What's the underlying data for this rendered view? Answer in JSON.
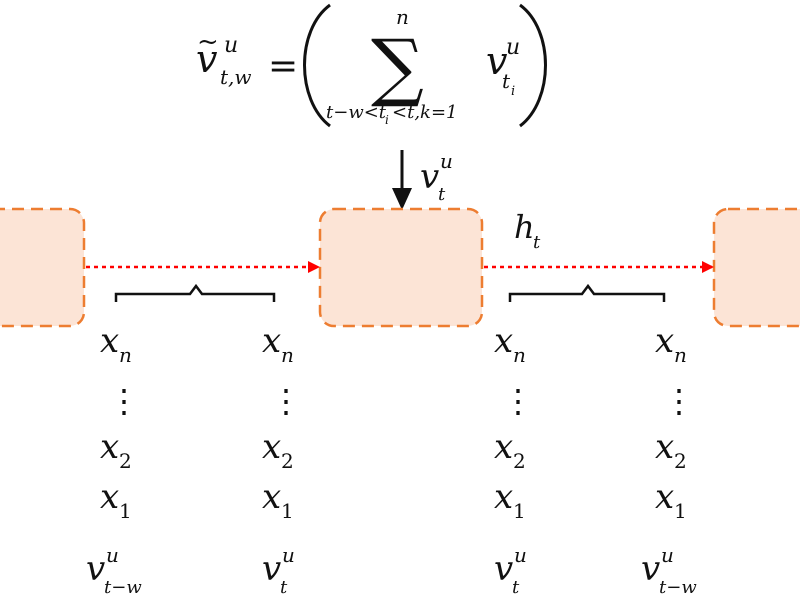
{
  "formula": {
    "lhs_base": "v",
    "lhs_tilde": "~",
    "lhs_sup": "u",
    "lhs_sub": "t,w",
    "equals": "=",
    "sum_upper": "n",
    "sum_lower": "t−w<t",
    "sum_lower_i": "i",
    "sum_lower_rest": "<t,k=1",
    "sum_symbol": "∑",
    "summand_base": "v",
    "summand_sup": "u",
    "summand_sub": "t",
    "summand_sub_i": "i"
  },
  "input": {
    "base": "v",
    "sup": "u",
    "sub": "t"
  },
  "hidden": {
    "base": "h",
    "sub": "t"
  },
  "columns": [
    {
      "xn": "x",
      "xn_sub": "n",
      "vdots": "⋮",
      "x2": "x",
      "x2_sub": "2",
      "x1": "x",
      "x1_sub": "1",
      "v_base": "v",
      "v_sup": "u",
      "v_sub": "t−w"
    },
    {
      "xn": "x",
      "xn_sub": "n",
      "vdots": "⋮",
      "x2": "x",
      "x2_sub": "2",
      "x1": "x",
      "x1_sub": "1",
      "v_base": "v",
      "v_sup": "u",
      "v_sub": "t"
    },
    {
      "xn": "x",
      "xn_sub": "n",
      "vdots": "⋮",
      "x2": "x",
      "x2_sub": "2",
      "x1": "x",
      "x1_sub": "1",
      "v_base": "v",
      "v_sup": "u",
      "v_sub": "t"
    },
    {
      "xn": "x",
      "xn_sub": "n",
      "vdots": "⋮",
      "x2": "x",
      "x2_sub": "2",
      "x1": "x",
      "x1_sub": "1",
      "v_base": "v",
      "v_sup": "u",
      "v_sub": "t−w"
    }
  ],
  "colors": {
    "cell_fill": "#FCE4D6",
    "cell_border": "#ED7D31",
    "arrow": "#FF0000",
    "ink": "#111111"
  }
}
